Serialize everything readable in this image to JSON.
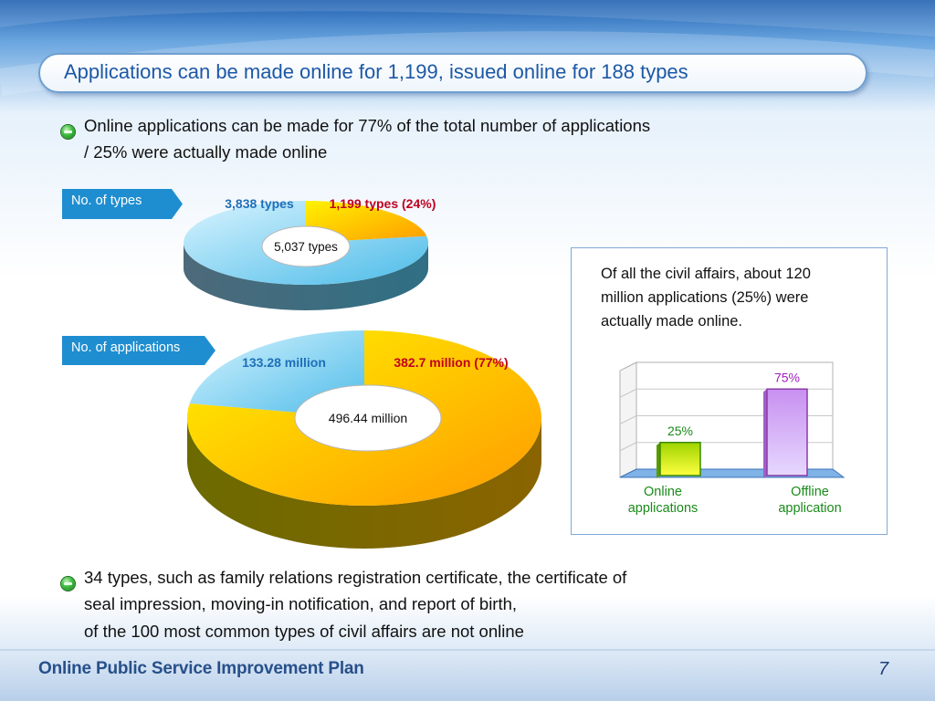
{
  "page": {
    "title": "Applications can be made online for 1,199, issued online for 188 types",
    "bullets": [
      {
        "lines": [
          "Online applications can be made for 77% of the total number of applications",
          "/ 25% were actually made online"
        ]
      },
      {
        "lines": [
          "34 types, such as family relations registration certificate, the certificate of",
          "seal impression, moving-in notification, and report of birth,",
          "of the 100 most common types of civil affairs are not online"
        ]
      }
    ],
    "info_box": {
      "lines": [
        "Of all the civil affairs, about 120",
        "million applications (25%) were",
        "actually made online."
      ]
    },
    "footer": "Online Public Service Improvement Plan",
    "slide_number": "7"
  },
  "colors": {
    "title_text": "#1d58a6",
    "tag_fill": "#1f8ed0",
    "online_slice": "#5ac8f0",
    "offline_slice": "#ffd000",
    "online_bar": "#b8e000",
    "offline_bar": "#c8a0f0"
  },
  "chart_data": [
    {
      "type": "pie",
      "label": "No. of types",
      "total_label": "5,037 types",
      "slices": [
        {
          "label": "3,838 types",
          "value": 3838
        },
        {
          "label": "1,199 types (24%)",
          "value": 1199
        }
      ]
    },
    {
      "type": "pie",
      "label": "No. of applications",
      "total_label": "496.44 million",
      "slices": [
        {
          "label": "133.28 million",
          "value": 133.28
        },
        {
          "label": "382.7 million (77%)",
          "value": 382.7
        }
      ]
    },
    {
      "type": "bar",
      "categories": [
        "Online applications",
        "Offline application"
      ],
      "category_lines": [
        [
          "Online",
          "applications"
        ],
        [
          "Offline",
          "application"
        ]
      ],
      "values": [
        25,
        75
      ],
      "value_labels": [
        "25%",
        "75%"
      ],
      "ylim": [
        0,
        100
      ],
      "grid": true
    }
  ]
}
